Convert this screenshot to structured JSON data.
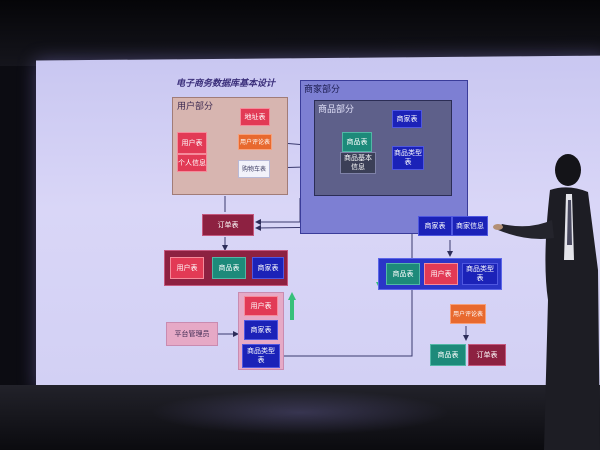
{
  "diagram": {
    "title": "电子商务数据库基本设计",
    "regions": {
      "user": "用户部分",
      "merchant": "商家部分",
      "product": "商品部分"
    },
    "boxes": {
      "user_table": "用户表",
      "personal_info": "个人信息",
      "address_table": "地址表",
      "user_review": "用户评论表",
      "cart_table": "购物车表",
      "merchant_table_top": "商家表",
      "product_table": "商品表",
      "product_basic_info": "商品基本\n信息",
      "product_category": "商品类型\n表",
      "order_table": "订单表",
      "row1_user": "用户表",
      "row1_product": "商品表",
      "row1_merchant": "商家表",
      "admin": "平台管理员",
      "col_user": "用户表",
      "col_merchant": "商家表",
      "col_category": "商品类型\n表",
      "right_merchant": "商家表",
      "right_merchant_info": "商家信息",
      "right_row_product": "商品表",
      "right_row_user": "用户表",
      "right_row_category": "商品类型\n表",
      "right_user_review": "用户评论表",
      "bottom_product": "商品表",
      "bottom_order": "订单表"
    }
  },
  "colors": {
    "red": "#e23a55",
    "navy": "#1b22b8",
    "teal": "#1d8a7a",
    "orange": "#e8692e",
    "maroon": "#8d2141",
    "user_region": "#d7b5b0",
    "merchant_region": "#7d7fd3",
    "product_region": "#5e608a"
  }
}
